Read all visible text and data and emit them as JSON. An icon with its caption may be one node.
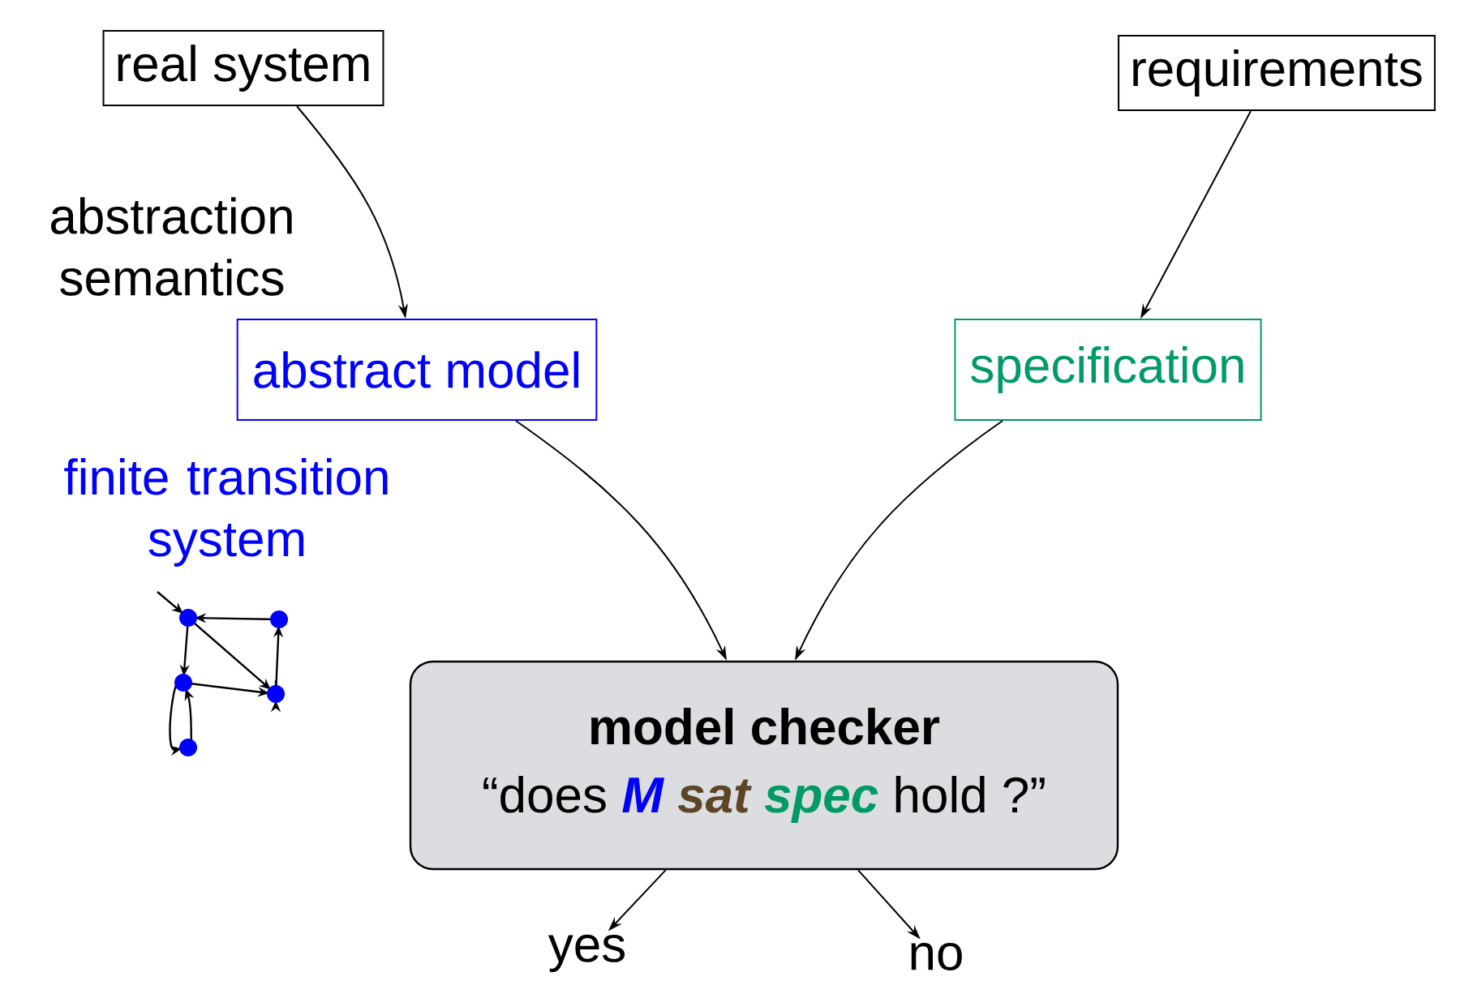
{
  "diagram": {
    "nodes": [
      {
        "text": [
          "real system"
        ]
      },
      {
        "text": [
          "requirements"
        ]
      },
      {
        "text": [
          "abstract model"
        ]
      },
      {
        "text": [
          "specification"
        ]
      },
      {
        "text": [
          "model checker",
          "“does",
          "M",
          "sat",
          "spec",
          "hold ?”"
        ]
      },
      {
        "text": [
          "yes"
        ]
      },
      {
        "text": [
          "no"
        ]
      }
    ],
    "edges": [
      {
        "from": 0,
        "to": 2,
        "arrow": "to",
        "label": "abstraction semantics"
      },
      {
        "from": 1,
        "to": 3,
        "arrow": "to"
      },
      {
        "from": 2,
        "to": 4,
        "arrow": "to"
      },
      {
        "from": 3,
        "to": 4,
        "arrow": "to"
      },
      {
        "from": 4,
        "to": 5,
        "arrow": "to"
      },
      {
        "from": 4,
        "to": 6,
        "arrow": "to"
      }
    ],
    "labels": [
      "finite transition system"
    ]
  }
}
